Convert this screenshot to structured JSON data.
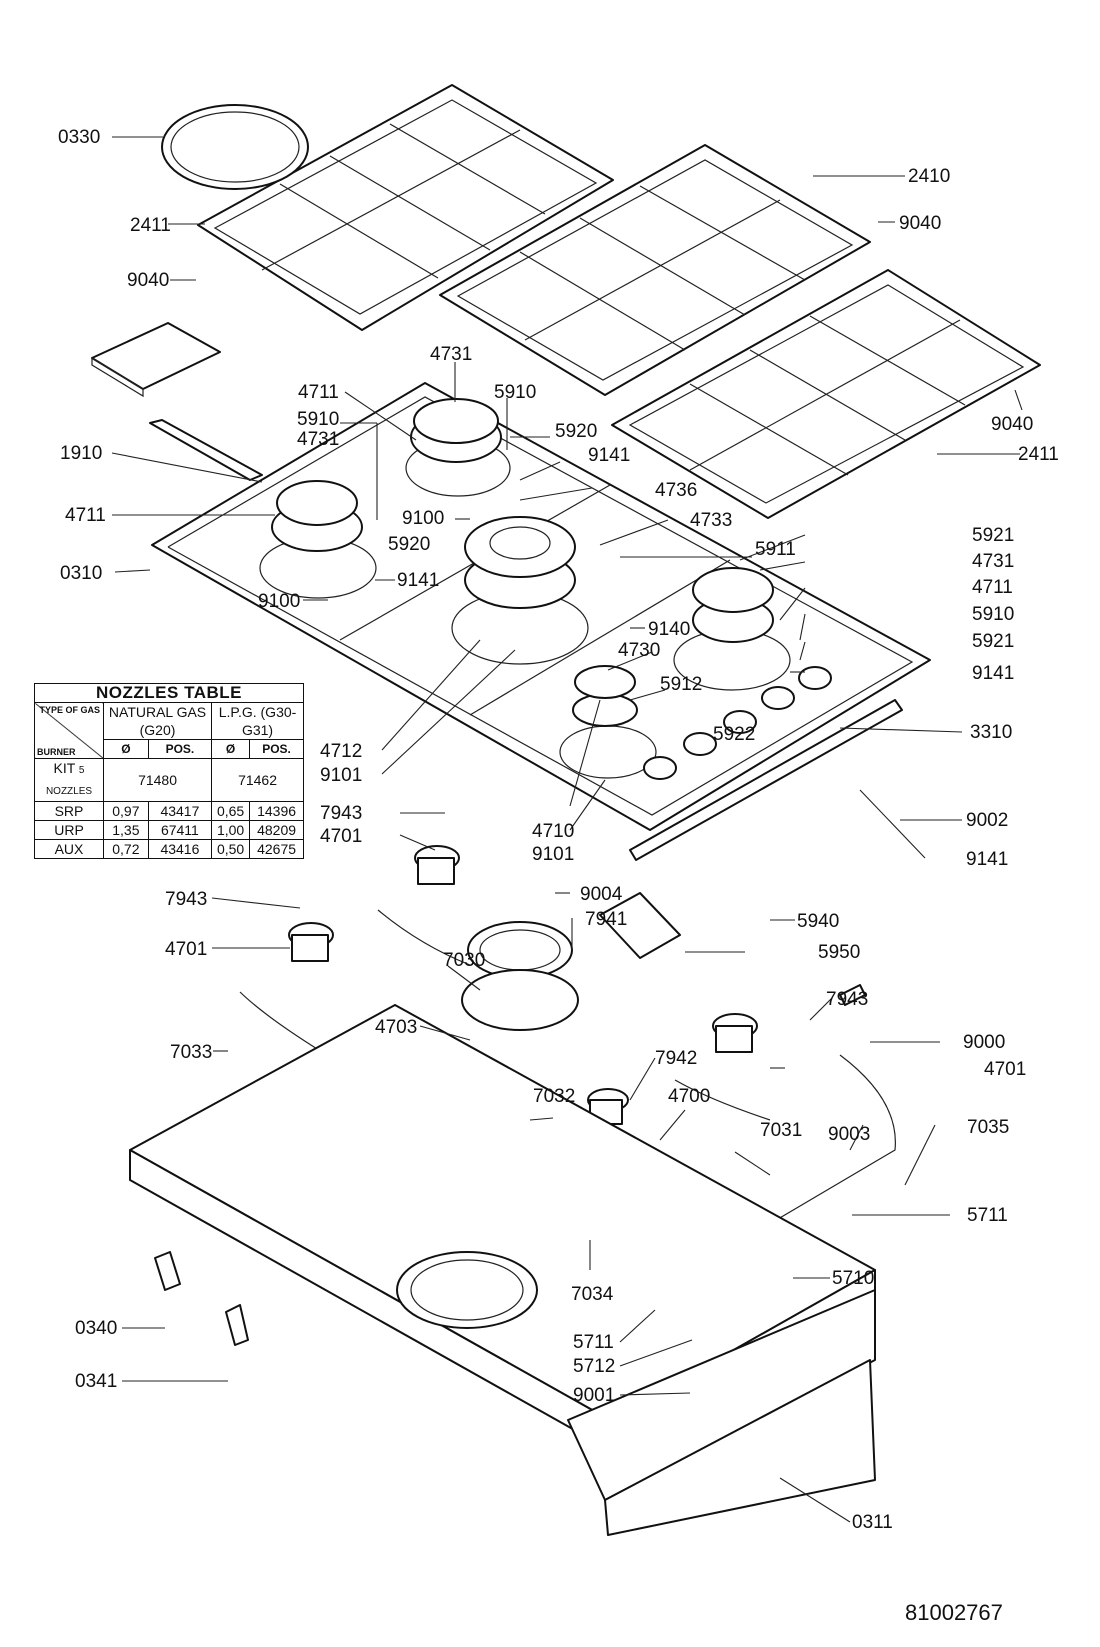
{
  "document_code": "81002767",
  "callouts": {
    "c0330": "0330",
    "c2411a": "2411",
    "c9040a": "9040",
    "c2410": "2410",
    "c9040b": "9040",
    "c9040c": "9040",
    "c2411b": "2411",
    "c4731a": "4731",
    "c4711a": "4711",
    "c5910a": "5910",
    "c4731b": "4731",
    "c5910b": "5910",
    "c5920a": "5920",
    "c1910": "1910",
    "c9141a": "9141",
    "c4736": "4736",
    "c4711b": "4711",
    "c9100a": "9100",
    "c4733": "4733",
    "c5920b": "5920",
    "c0310": "0310",
    "c9141b": "9141",
    "c9100b": "9100",
    "c5921a": "5921",
    "c5911": "5911",
    "c4731c": "4731",
    "c4711c": "4711",
    "c5910c": "5910",
    "c9140": "9140",
    "c5921b": "5921",
    "c4730": "4730",
    "c9141c": "9141",
    "c5912": "5912",
    "c5922": "5922",
    "c3310": "3310",
    "c4712": "4712",
    "c9101a": "9101",
    "c7943a": "7943",
    "c4701a": "4701",
    "c4710": "4710",
    "c9101b": "9101",
    "c9002": "9002",
    "c9141d": "9141",
    "c9004": "9004",
    "c7943b": "7943",
    "c7941": "7941",
    "c5940": "5940",
    "c4701b": "4701",
    "c7030": "7030",
    "c5950": "5950",
    "c7943c": "7943",
    "c4703": "4703",
    "c9000": "9000",
    "c7033": "7033",
    "c7942": "7942",
    "c4701c": "4701",
    "c7032": "7032",
    "c4700": "4700",
    "c7031": "7031",
    "c9003": "9003",
    "c7035": "7035",
    "c5711a": "5711",
    "c5710": "5710",
    "c7034": "7034",
    "c0340": "0340",
    "c5711b": "5711",
    "c5712": "5712",
    "c0341": "0341",
    "c9001": "9001",
    "c0311": "0311"
  },
  "nozzles_table": {
    "title": "NOZZLES TABLE",
    "type_of_gas_label": "TYPE OF GAS",
    "burner_label": "BURNER",
    "natural_gas": "NATURAL GAS (G20)",
    "lpg": "L.P.G. (G30-G31)",
    "diameter_symbol": "Ø",
    "pos_label": "POS.",
    "kit_label": "KIT",
    "kit_sub": "5 NOZZLES",
    "kit_natural": "71480",
    "kit_lpg": "71462",
    "rows": [
      {
        "burner": "SRP",
        "ng_d": "0,97",
        "ng_pos": "43417",
        "lpg_d": "0,65",
        "lpg_pos": "14396"
      },
      {
        "burner": "URP",
        "ng_d": "1,35",
        "ng_pos": "67411",
        "lpg_d": "1,00",
        "lpg_pos": "48209"
      },
      {
        "burner": "AUX",
        "ng_d": "0,72",
        "ng_pos": "43416",
        "lpg_d": "0,50",
        "lpg_pos": "42675"
      }
    ]
  }
}
